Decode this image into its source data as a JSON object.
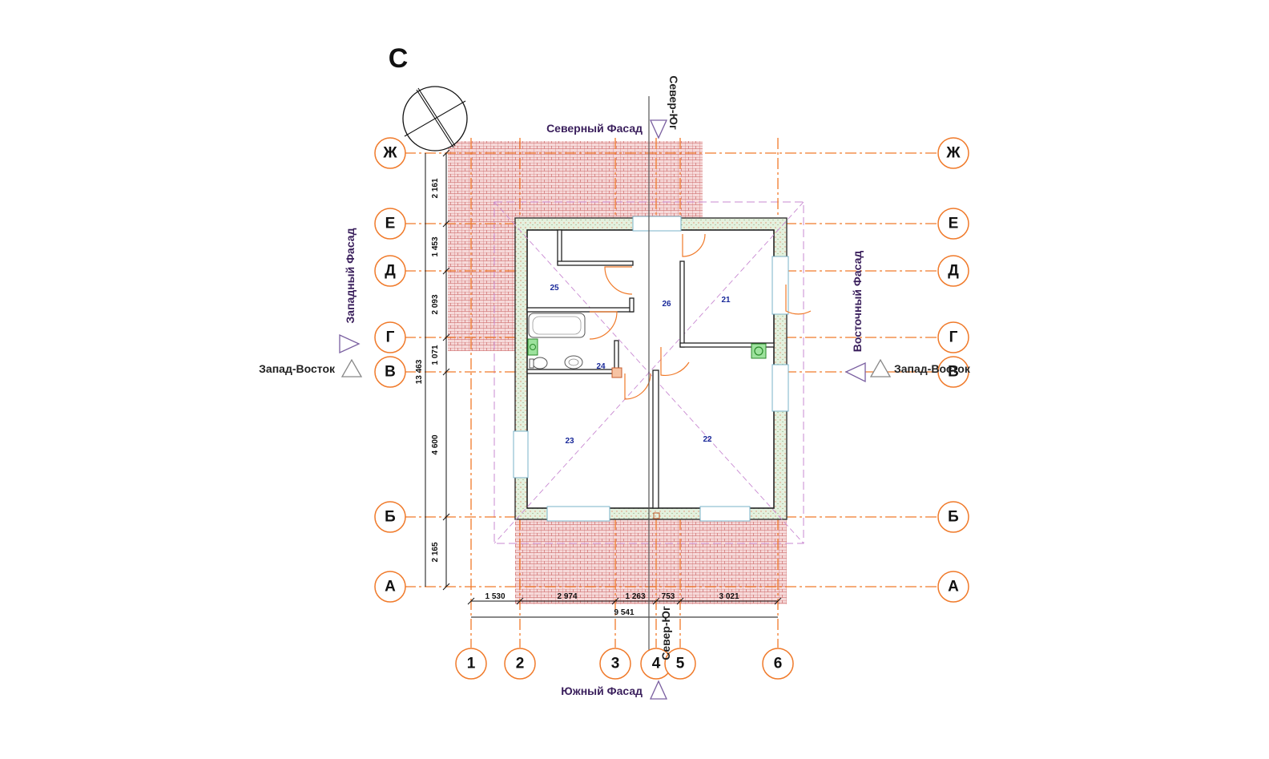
{
  "north_label": "С",
  "facades": {
    "north": "Северный Фасад",
    "south": "Южный Фасад",
    "west": "Западный Фасад",
    "east": "Восточный Фасад"
  },
  "sections": {
    "west_east_left": "Запад-Восток",
    "west_east_right": "Запад-Восток",
    "north_south_top": "Север-Юг",
    "north_south_bottom": "Север-Юг"
  },
  "axes_rows": [
    "Ж",
    "Е",
    "Д",
    "Г",
    "В",
    "Б",
    "А"
  ],
  "axes_cols": [
    "1",
    "2",
    "3",
    "4",
    "5",
    "6"
  ],
  "dims_vertical": [
    "2 161",
    "1 453",
    "2 093",
    "1 071",
    "4 600",
    "2 165"
  ],
  "dim_total_vertical": "13 463",
  "dims_horizontal": [
    "1 530",
    "2 974",
    "1 263",
    "753",
    "3 021"
  ],
  "dim_total_horizontal": "9 541",
  "rooms": [
    "25",
    "26",
    "21",
    "24",
    "23",
    "22"
  ],
  "colors": {
    "grid": "#f07a2a",
    "walls": "#d9ecd4",
    "roof": "#e8a3a3",
    "labels": "#3a1f5c",
    "room_numbers": "#1a2a9a"
  }
}
